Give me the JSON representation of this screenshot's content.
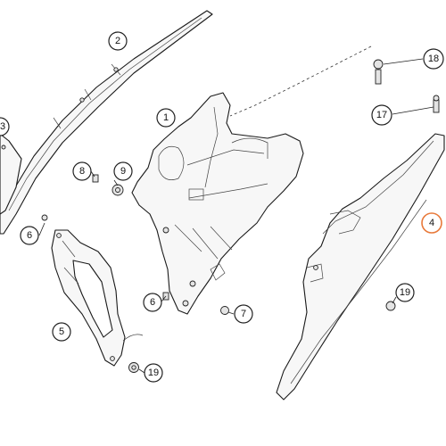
{
  "callouts": {
    "c1": "1",
    "c2": "2",
    "c3": "3",
    "c4": "4",
    "c5": "5",
    "c6a": "6",
    "c6b": "6",
    "c7": "7",
    "c8": "8",
    "c9": "9",
    "c17": "17",
    "c18": "18",
    "c19a": "19",
    "c19b": "19"
  },
  "colors": {
    "highlight": "#e8793a",
    "line": "#1a1a1a",
    "fill": "#f7f7f7"
  }
}
